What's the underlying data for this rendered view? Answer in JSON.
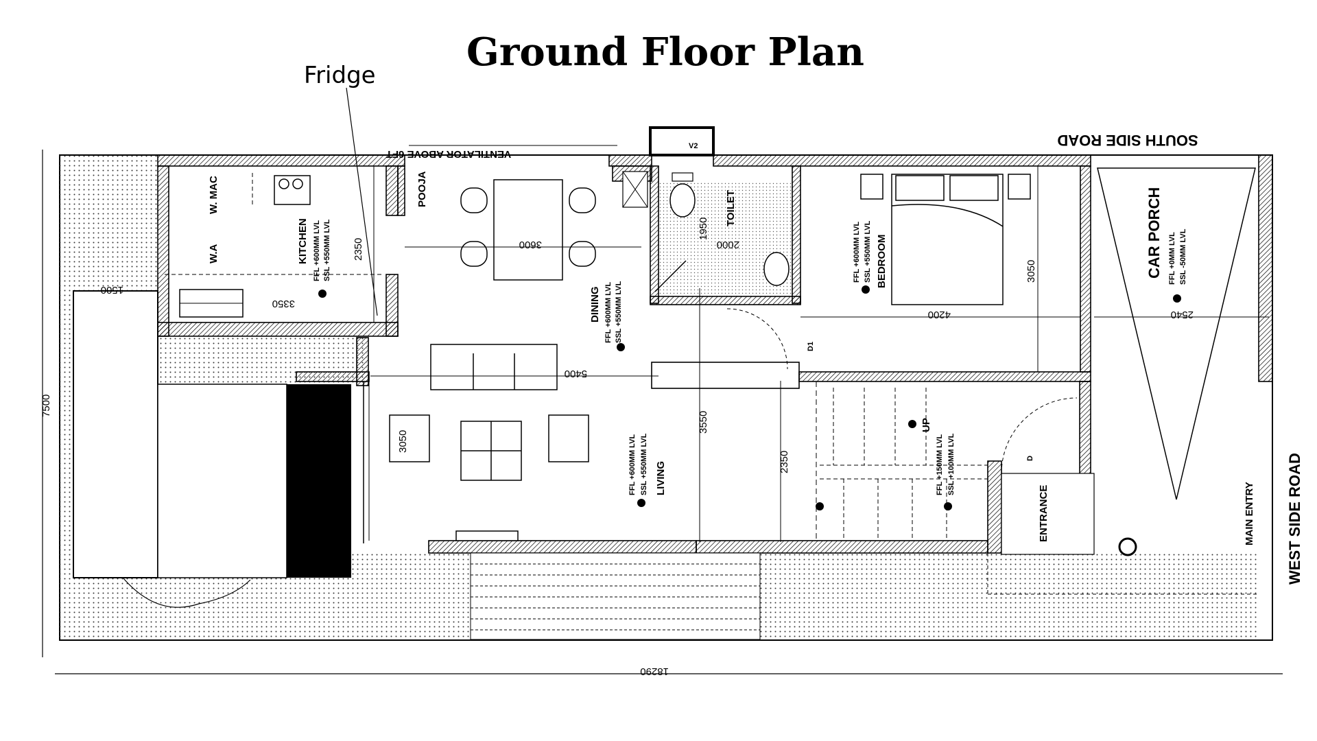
{
  "title": "Ground Floor Plan",
  "annotation": "Fridge",
  "roads": {
    "south": "SOUTH SIDE ROAD",
    "west": "WEST SIDE ROAD",
    "ventilator": "VENTILATOR ABOVE 6FT"
  },
  "rooms": {
    "kitchen": "KITCHEN",
    "pooja": "POOJA",
    "dining": "DINING",
    "toilet": "TOILET",
    "bedroom": "BEDROOM",
    "car_porch": "CAR PORCH",
    "living": "LIVING",
    "entrance": "ENTRANCE",
    "main_entry": "MAIN ENTRY",
    "wa": "W.A",
    "wmac": "W. MAC",
    "up": "UP",
    "v2": "V2",
    "d1": "D1",
    "d": "D"
  },
  "levels": {
    "kitchen": [
      "FFL +600MM LVL",
      "SSL +550MM LVL"
    ],
    "dining": [
      "FFL +600MM LVL",
      "SSL +550MM LVL"
    ],
    "bedroom": [
      "FFL +600MM LVL",
      "SSL +550MM LVL"
    ],
    "car_porch": [
      "FFL +0MM LVL",
      "SSL -50MM LVL"
    ],
    "living": [
      "FFL +600MM LVL",
      "SSL +550MM LVL"
    ],
    "entrance": [
      "FFL +150MM LVL",
      "SSL +100MM LVL"
    ]
  },
  "dimensions": {
    "overall_width": "18290",
    "overall_depth": "7500",
    "kitchen_width": "3350",
    "kitchen_depth": "2350",
    "dining_width": "3600",
    "toilet_width": "2000",
    "toilet_depth": "1950",
    "bedroom_width": "4200",
    "bedroom_depth": "3050",
    "porch_width": "2540",
    "living_width": "5400",
    "living_depth": "3050",
    "center_depth": "3550",
    "stair_depth": "2350",
    "left_offset": "1500"
  }
}
